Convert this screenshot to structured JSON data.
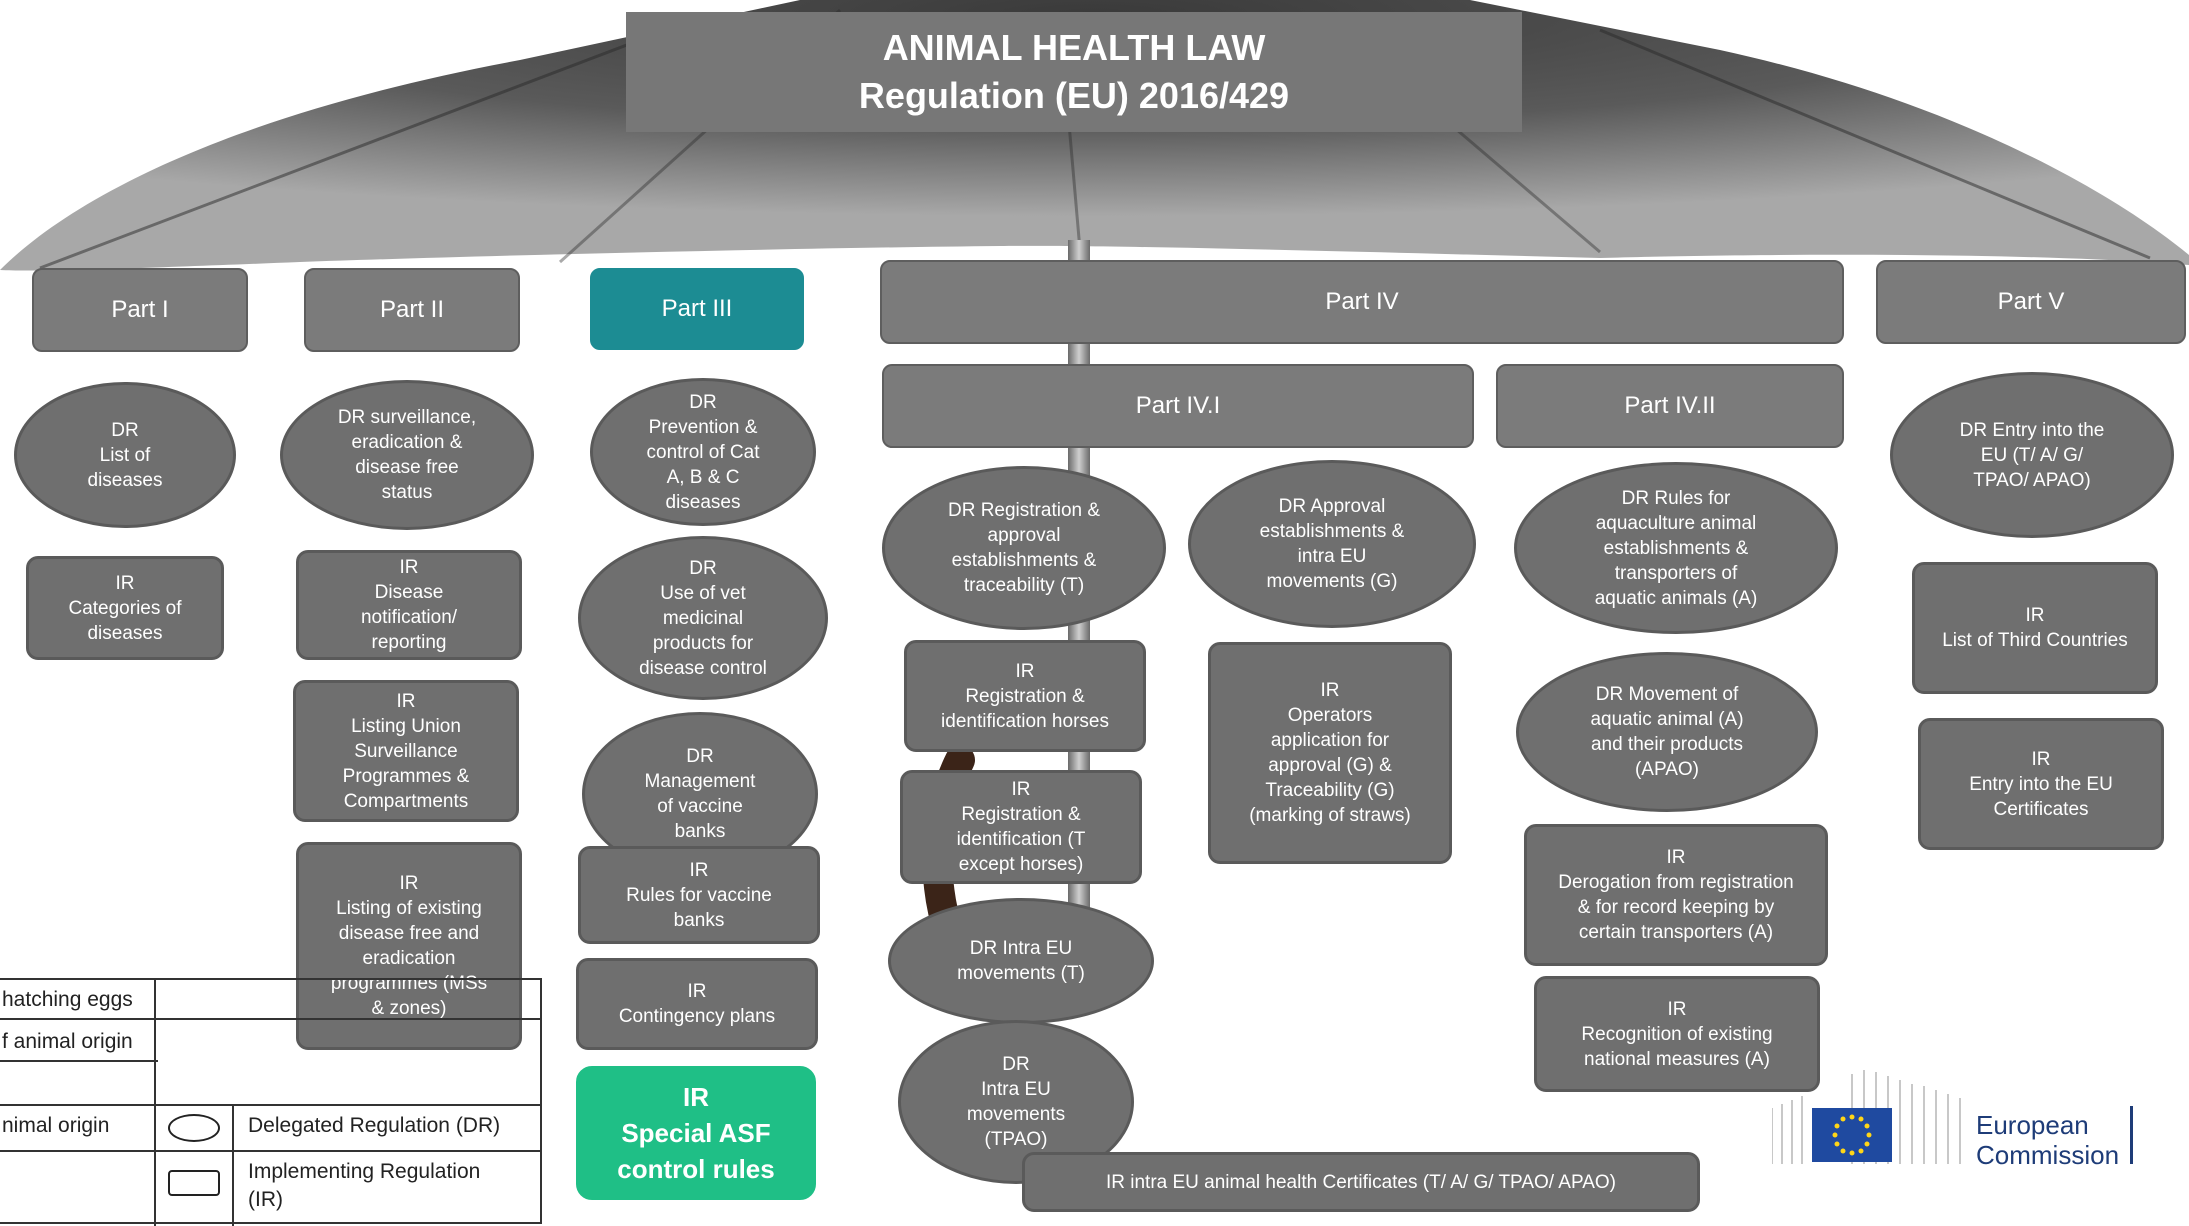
{
  "header": {
    "title_line1": "ANIMAL HEALTH LAW",
    "title_line2": "Regulation (EU) 2016/429"
  },
  "parts": {
    "p1": "Part I",
    "p2": "Part II",
    "p3": "Part III",
    "p4": "Part IV",
    "p4_1": "Part IV.I",
    "p4_2": "Part IV.II",
    "p5": "Part V"
  },
  "part1": {
    "dr_list": "DR\nList of\ndiseases",
    "ir_categories": "IR\nCategories of\ndiseases"
  },
  "part2": {
    "dr_surveillance": "DR surveillance,\neradication &\ndisease free\nstatus",
    "ir_notification": "IR\nDisease\nnotification/\nreporting",
    "ir_listing_union": "IR\nListing Union\nSurveillance\nProgrammes &\nCompartments",
    "ir_listing_existing": "IR\nListing of existing\ndisease free and\neradication\nprogrammes (MSs\n& zones)"
  },
  "part3": {
    "dr_prevention": "DR\nPrevention &\ncontrol of Cat\nA, B & C\ndiseases",
    "dr_vet": "DR\nUse of vet\nmedicinal\nproducts for\ndisease control",
    "dr_vaccine": "DR\nManagement\nof vaccine\nbanks",
    "ir_vaccine": "IR\nRules for vaccine\nbanks",
    "ir_contingency": "IR\nContingency plans",
    "ir_asf": "IR\nSpecial ASF\ncontrol rules"
  },
  "part4_1": {
    "dr_registration": "DR Registration &\napproval\nestablishments &\ntraceability (T)",
    "dr_approval": "DR Approval\nestablishments &\nintra EU\nmovements (G)",
    "ir_horses": "IR\nRegistration &\nidentification horses",
    "ir_except_horses": "IR\nRegistration &\nidentification (T\nexcept horses)",
    "dr_intra_t": "DR Intra EU\nmovements (T)",
    "dr_intra_tpao": "DR\nIntra EU\nmovements\n(TPAO)",
    "ir_operators": "IR\nOperators\napplication for\napproval (G) &\nTraceability (G)\n(marking of straws)"
  },
  "part4_2": {
    "dr_aquaculture": "DR Rules for\naquaculture animal\nestablishments &\ntransporters of\naquatic animals (A)",
    "dr_aquatic_movement": "DR Movement of\naquatic animal (A)\nand their products\n(APAO)",
    "ir_derogation": "IR\nDerogation from registration\n& for record keeping by\ncertain transporters (A)",
    "ir_recognition": "IR\nRecognition of existing\nnational measures (A)"
  },
  "part5": {
    "dr_entry": "DR Entry into the\nEU (T/ A/ G/\nTPAO/ APAO)",
    "ir_third": "IR\nList of Third Countries",
    "ir_certificates": "IR\nEntry into the EU\nCertificates"
  },
  "bottom": {
    "ir_certificates": "IR intra EU animal health Certificates (T/ A/ G/ TPAO/ APAO)"
  },
  "legend": {
    "row1": "hatching eggs",
    "row2": "f animal origin",
    "row3": "nimal origin",
    "dr_label": "Delegated Regulation (DR)",
    "ir_label": "Implementing Regulation\n(IR)"
  },
  "logo": {
    "line1": "European",
    "line2": "Commission"
  },
  "colors": {
    "box": "#6f6f6f",
    "teal": "#1c8c93",
    "green": "#1fbf86",
    "title_bg": "#777777"
  }
}
